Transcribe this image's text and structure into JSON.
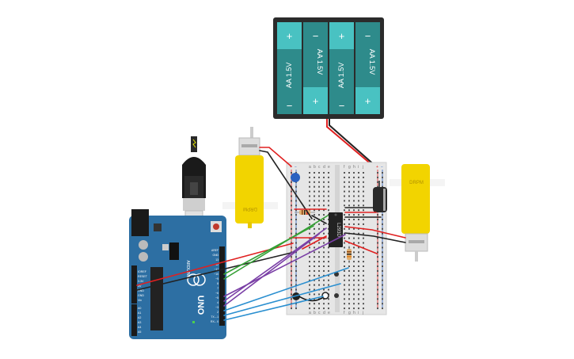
{
  "battery_pack": {
    "cells": [
      {
        "label": "AA 1.5V",
        "top_terminal": "+",
        "bottom_terminal": "−"
      },
      {
        "label": "AA 1.5V",
        "top_terminal": "−",
        "bottom_terminal": "+"
      },
      {
        "label": "AA 1.5V",
        "top_terminal": "+",
        "bottom_terminal": "−"
      },
      {
        "label": "AA 1.5V",
        "top_terminal": "−",
        "bottom_terminal": "+"
      }
    ]
  },
  "motors": {
    "left_label": "DRPM",
    "right_label": "DRPM"
  },
  "driver_chip": {
    "label": "L293D"
  },
  "arduino": {
    "model": "UNO",
    "brand": "ARDUINO",
    "pin_labels_left": [
      "IOREF",
      "RESET",
      "3.3V",
      "5V",
      "GND",
      "GND",
      "Vin"
    ],
    "analog_labels": [
      "A0",
      "A1",
      "A2",
      "A3",
      "A4",
      "A5"
    ],
    "digital_labels": [
      "AREF",
      "GND",
      "13",
      "12",
      "~11",
      "~10",
      "~9",
      "8",
      "7",
      "~6",
      "~5",
      "4",
      "~3",
      "2",
      "TX→1",
      "RX←0"
    ]
  },
  "breadboard": {
    "column_letters_left": [
      "a",
      "b",
      "c",
      "d",
      "e"
    ],
    "column_letters_right": [
      "f",
      "g",
      "h",
      "i",
      "j"
    ],
    "rail_plus": "+",
    "rail_minus": "−"
  },
  "colors": {
    "battery_body": "#2b2b2b",
    "cell": "#2e8b8b",
    "cell_terminal": "#49c2c2",
    "motor_yellow": "#f2d400",
    "arduino_blue": "#2d6fa3",
    "breadboard": "#e6e6e6",
    "wire_red": "#e02020",
    "wire_black": "#222222",
    "wire_green": "#35a035",
    "wire_purple": "#7a3fa6",
    "wire_blue": "#2a8fd0"
  },
  "icons": [
    "usb-cable-icon",
    "capacitor-icon",
    "resistor-icon",
    "pushbutton-icon",
    "led-icon"
  ]
}
